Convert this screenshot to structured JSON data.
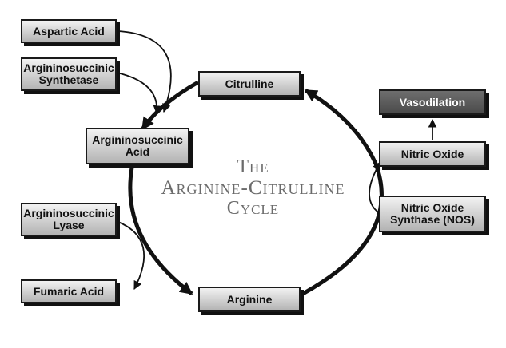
{
  "title": {
    "line1": "The",
    "line2": "Arginine-Citrulline",
    "line3": "Cycle"
  },
  "nodes": {
    "aspartic_acid": "Aspartic Acid",
    "argininosuccinic_synthetase": "Argininosuccinic\nSynthetase",
    "argininosuccinic_acid": "Argininosuccinic\nAcid",
    "argininosuccinic_lyase": "Argininosuccinic\nLyase",
    "fumaric_acid": "Fumaric Acid",
    "citrulline": "Citrulline",
    "arginine": "Arginine",
    "vasodilation": "Vasodilation",
    "nitric_oxide": "Nitric Oxide",
    "nos": "Nitric Oxide\nSynthase (NOS)"
  },
  "colors": {
    "box_border": "#1a1a1a",
    "box_fill_light": "#cfcfcf",
    "box_fill_dark": "#4a4a4a",
    "title_text": "#6b6b6b",
    "arrow": "#111111"
  }
}
